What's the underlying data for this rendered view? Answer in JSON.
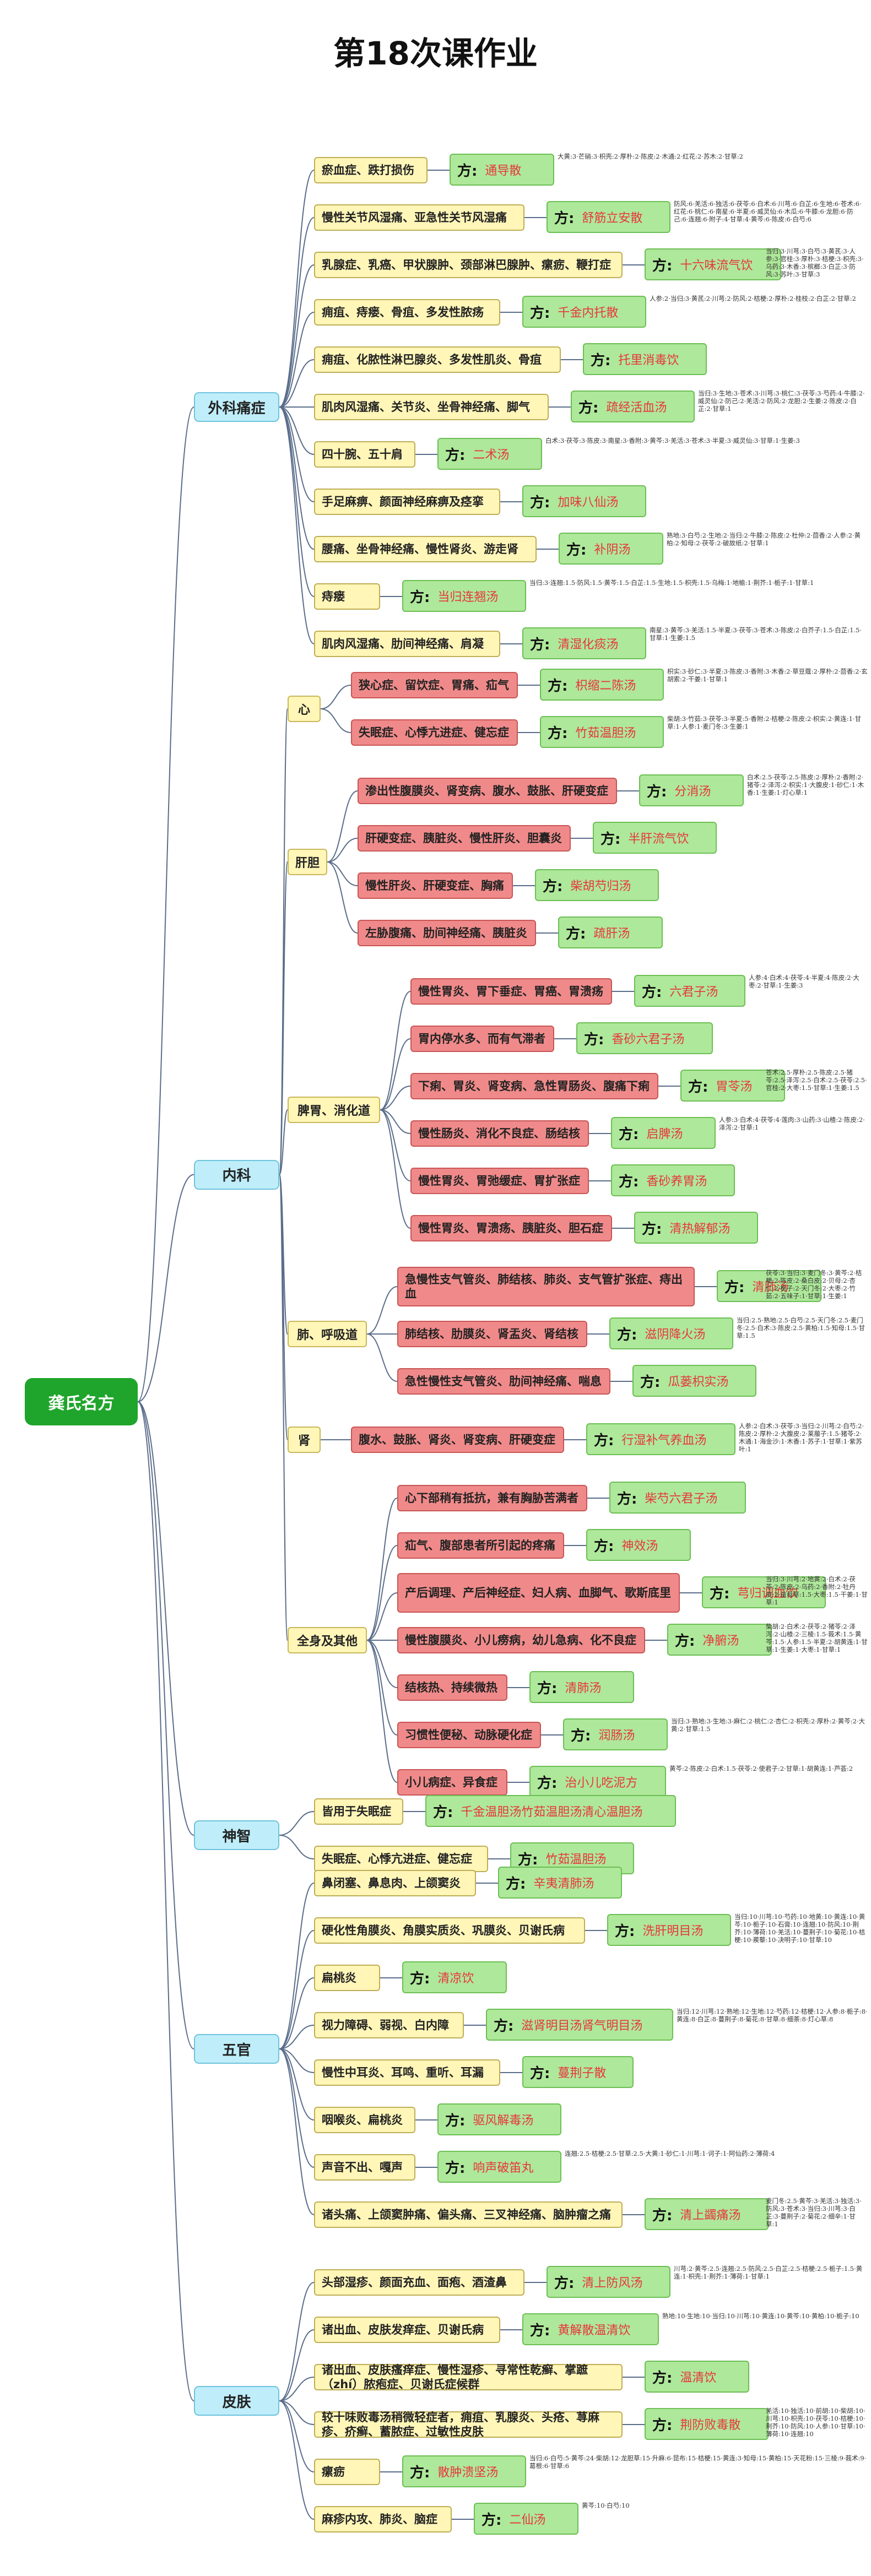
{
  "title": "第18次课作业",
  "root": "龚氏名方",
  "fang_label": "方:",
  "categories": [
    {
      "label": "外科痛症",
      "items": [
        {
          "condition": "瘀血症、跌打损伤",
          "color": "y",
          "rx": "通导散",
          "note": "大黄:3·芒硝:3·枳壳:2·厚朴:2·陈皮:2·木通:2·红花:2·苏木:2·甘草:2"
        },
        {
          "condition": "慢性关节风湿痛、亚急性关节风湿痛",
          "color": "y",
          "rx": "舒筋立安散",
          "note": "防风:6·羌活:6·独活:6·茯苓:6·白术:6·川芎:6·白芷:6·生地:6·苍术:6·红花:6·桃仁:6·南星:6·半夏:6·威灵仙:6·木瓜:6·牛膝:6·龙胆:6·防己:6·连翘:6·附子:4·甘草:4·黄芩:6·陈皮:6·白芍:6"
        },
        {
          "condition": "乳腺症、乳癌、甲状腺肿、颈部淋巴腺肿、瘰疬、鞭打症",
          "color": "y",
          "rx": "十六味流气饮",
          "note": "当归:3·川芎:3·白芍:3·黄芪:3·人参:3·官桂:3·厚朴:3·桔梗:3·枳壳:3·乌药:3·木香:3·槟榔:3·白芷:3·防风:3·苏叶:3·甘草:3"
        },
        {
          "condition": "痈疽、痔瘘、骨疽、多发性脓疡",
          "color": "y",
          "rx": "千金内托散",
          "note": "人参:2·当归:3·黄芪:2·川芎:2·防风:2·桔梗:2·厚朴:2·桂枝:2·白芷:2·甘草:2"
        },
        {
          "condition": "痈疽、化脓性淋巴腺炎、多发性肌炎、骨疽",
          "color": "y",
          "rx": "托里消毒饮",
          "note": ""
        },
        {
          "condition": "肌肉风湿痛、关节炎、坐骨神经痛、脚气",
          "color": "y",
          "rx": "疏经活血汤",
          "note": "当归:3·生地:3·苍术:3·川芎:3·桃仁:3·茯苓:3·芍药:4·牛膝:2·威灵仙:2·防己:2·羌活:2·防风:2·龙胆:2·生姜:2·陈皮:2·白芷:2·甘草:1"
        },
        {
          "condition": "四十腕、五十肩",
          "color": "y",
          "rx": "二术汤",
          "note": "白术:3·茯苓:3·陈皮:3·南星:3·香附:3·黄芩:3·羌活:3·苍术:3·半夏:3·威灵仙:3·甘草:1·生姜:3"
        },
        {
          "condition": "手足麻痹、颜面神经麻痹及痉挛",
          "color": "y",
          "rx": "加味八仙汤",
          "note": ""
        },
        {
          "condition": "腰痛、坐骨神经痛、慢性肾炎、游走肾",
          "color": "y",
          "rx": "补阴汤",
          "note": "熟地:3·白芍:2·生地:2·当归:2·牛膝:2·陈皮:2·杜仲:2·茴香:2·人参:2·黄柏:2·知母:2·茯苓:2·破故纸:2·甘草:1"
        },
        {
          "condition": "痔瘘",
          "color": "y",
          "rx": "当归连翘汤",
          "note": "当归:3·连翘:1.5·防风:1.5·黄芩:1.5·白芷:1.5·生地:1.5·枳壳:1.5·乌梅:1·地榆:1·荆芥:1·栀子:1·甘草:1"
        },
        {
          "condition": "肌肉风湿痛、肋间神经痛、肩凝",
          "color": "y",
          "rx": "清湿化痰汤",
          "note": "南星:3·黄芩:3·羌活:1.5·半夏:3·茯苓:3·苍术:3·陈皮:2·白芥子:1.5·白芷:1.5·甘草:1·生姜:1.5"
        }
      ]
    },
    {
      "label": "内科",
      "groups": [
        {
          "label": "心",
          "items": [
            {
              "condition": "狭心症、留饮症、胃痛、疝气",
              "color": "r",
              "rx": "枳缩二陈汤",
              "note": "枳实:3·砂仁:3·半夏:3·陈皮:3·香附:3·木香:2·草豆蔻:2·厚朴:2·茴香:2·玄胡索:2·干姜:1·甘草:1"
            },
            {
              "condition": "失眠症、心悸亢进症、健忘症",
              "color": "r",
              "rx": "竹茹温胆汤",
              "note": "柴胡:3·竹茹:3·茯苓:3·半夏:5·香附:2·桔梗:2·陈皮:2·枳实:2·黄连:1·甘草:1·人参:1·麦门冬:3·生姜:1"
            }
          ]
        },
        {
          "label": "肝胆",
          "items": [
            {
              "condition": "渗出性腹膜炎、肾变病、腹水、鼓胀、肝硬变症",
              "color": "r",
              "rx": "分消汤",
              "note": "白术:2.5·茯苓:2.5·陈皮:2·厚朴:2·香附:2·猪苓:2·泽泻:2·枳实:1·大腹皮:1·砂仁:1·木香:1·生姜:1·灯心草:1"
            },
            {
              "condition": "肝硬变症、胰脏炎、慢性肝炎、胆囊炎",
              "color": "r",
              "rx": "半肝流气饮",
              "note": ""
            },
            {
              "condition": "慢性肝炎、肝硬变症、胸痛",
              "color": "r",
              "rx": "柴胡芍归汤",
              "note": ""
            },
            {
              "condition": "左胁腹痛、肋间神经痛、胰脏炎",
              "color": "r",
              "rx": "疏肝汤",
              "note": ""
            }
          ]
        },
        {
          "label": "脾胃、消化道",
          "items": [
            {
              "condition": "慢性胃炎、胃下垂症、胃癌、胃溃疡",
              "color": "r",
              "rx": "六君子汤",
              "note": "人参:4·白术:4·茯苓:4·半夏:4·陈皮:2·大枣:2·甘草:1·生姜:3"
            },
            {
              "condition": "胃内停水多、而有气滞者",
              "color": "r",
              "rx": "香砂六君子汤",
              "note": ""
            },
            {
              "condition": "下痢、胃炎、肾变病、急性胃肠炎、腹痛下痢",
              "color": "r",
              "rx": "胃苓汤",
              "note": "苍术:2.5·厚朴:2.5·陈皮:2.5·猪苓:2.5·泽泻:2.5·白术:2.5·茯苓:2.5·官桂:2·大枣:1.5·甘草:1·生姜:1.5"
            },
            {
              "condition": "慢性肠炎、消化不良症、肠结核",
              "color": "r",
              "rx": "启脾汤",
              "note": "人参:3·白术:4·茯苓:4·莲肉:3·山药:3·山楂:2·陈皮:2·泽泻:2·甘草:1"
            },
            {
              "condition": "慢性胃炎、胃弛缓症、胃扩张症",
              "color": "r",
              "rx": "香砂养胃汤",
              "note": ""
            },
            {
              "condition": "慢性胃炎、胃溃疡、胰脏炎、胆石症",
              "color": "r",
              "rx": "清热解郁汤",
              "note": ""
            }
          ]
        },
        {
          "label": "肺、呼吸道",
          "items": [
            {
              "condition": "急慢性支气管炎、肺结核、肺炎、支气管扩张症、痔出血",
              "color": "r",
              "rx": "清肺汤",
              "note": "茯苓:3·当归:3·麦门冬:3·黄芩:2·桔梗:2·陈皮:2·桑白皮:2·贝母:2·杏仁:2·栀子:2·天门冬:2·大枣:2·竹茹:2·五味子:1·甘草:1·生姜:1"
            },
            {
              "condition": "肺结核、肋膜炎、肾盂炎、肾结核",
              "color": "r",
              "rx": "滋阴降火汤",
              "note": "当归:2.5·熟地:2.5·白芍:2.5·天门冬:2.5·麦门冬:2.5·白术:3·陈皮:2.5·黄柏:1.5·知母:1.5·甘草:1.5"
            },
            {
              "condition": "急性慢性支气管炎、肋间神经痛、喘息",
              "color": "r",
              "rx": "瓜蒌枳实汤",
              "note": ""
            }
          ]
        },
        {
          "label": "肾",
          "items": [
            {
              "condition": "腹水、鼓胀、肾炎、肾变病、肝硬变症",
              "color": "r",
              "rx": "行湿补气养血汤",
              "note": "人参:2·白术:3·茯苓:3·当归:2·川芎:2·白芍:2·陈皮:2·厚朴:2·大腹皮:2·莱菔子:1.5·猪苓:2·木通:1·海金沙:1·木香:1·苏子:1·甘草:1·紫苏叶:1"
            }
          ]
        },
        {
          "label": "全身及其他",
          "items": [
            {
              "condition": "心下部稍有抵抗，兼有胸胁苦满者",
              "color": "r",
              "rx": "柴芍六君子汤",
              "note": ""
            },
            {
              "condition": "疝气、腹部患者所引起的疼痛",
              "color": "r",
              "rx": "神效汤",
              "note": ""
            },
            {
              "condition": "产后调理、产后神经症、妇人病、血脚气、歌斯底里",
              "color": "r",
              "rx": "芎归调血饮",
              "note": "当归:3·川芎:2·地黄:2·白术:2·茯苓:2·陈皮:2·乌药:2·香附:2·牡丹皮:2·益母草:1.5·大枣:1.5·干姜:1·甘草:1"
            },
            {
              "condition": "慢性腹膜炎、小儿痨病，幼儿急病、化不良症",
              "color": "r",
              "rx": "净腑汤",
              "note": "柴胡:2·白术:2·茯苓:2·猪苓:2·泽泻:2·山楂:2·三棱:1.5·莪术:1.5·黄芩:1.5·人参:1.5·半夏:2·胡黄连:1·甘草:1·生姜:1·大枣:1·甘草:1"
            },
            {
              "condition": "结核热、持续微热",
              "color": "r",
              "rx": "清肺汤",
              "note": ""
            },
            {
              "condition": "习惯性便秘、动脉硬化症",
              "color": "r",
              "rx": "润肠汤",
              "note": "当归:3·熟地:3·生地:3·麻仁:2·桃仁:2·杏仁:2·枳壳:2·厚朴:2·黄芩:2·大黄:2·甘草:1.5"
            },
            {
              "condition": "小儿病症、异食症",
              "color": "r",
              "rx": "治小儿吃泥方",
              "note": "黄芩:2·陈皮:2·白术:1.5·茯苓:2·使君子:2·甘草:1·胡黄连:1·芦荟:2"
            }
          ]
        }
      ]
    },
    {
      "label": "神智",
      "items": [
        {
          "condition": "皆用于失眠症",
          "color": "y",
          "rx": "千金温胆汤竹茹温胆汤清心温胆汤",
          "note": ""
        },
        {
          "condition": "失眠症、心悸亢进症、健忘症",
          "color": "y",
          "rx": "竹茹温胆汤",
          "note": ""
        }
      ]
    },
    {
      "label": "五官",
      "items": [
        {
          "condition": "鼻闭塞、鼻息肉、上颌窦炎",
          "color": "y",
          "rx": "辛夷清肺汤",
          "note": ""
        },
        {
          "condition": "硬化性角膜炎、角膜实质炎、巩膜炎、贝谢氏病",
          "color": "y",
          "rx": "洗肝明目汤",
          "note": "当归:10·川芎:10·芍药:10·地黄:10·黄连:10·黄芩:10·栀子:10·石膏:10·连翘:10·防风:10·荆芥:10·薄荷:10·羌活:10·蔓荆子:10·菊花:10·桔梗:10·蒺藜:10·决明子:10·甘草:10"
        },
        {
          "condition": "扁桃炎",
          "color": "y",
          "rx": "清凉饮",
          "note": ""
        },
        {
          "condition": "视力障碍、弱视、白内障",
          "color": "y",
          "rx": "滋肾明目汤肾气明目汤",
          "note": "当归:12·川芎:12·熟地:12·生地:12·芍药:12·桔梗:12·人参:8·栀子:8·黄连:8·白芷:8·蔓荆子:8·菊花:8·甘草:8·细茶:8·灯心草:8"
        },
        {
          "condition": "慢性中耳炎、耳鸣、重听、耳漏",
          "color": "y",
          "rx": "蔓荆子散",
          "note": ""
        },
        {
          "condition": "咽喉炎、扁桃炎",
          "color": "y",
          "rx": "驱风解毒汤",
          "note": ""
        },
        {
          "condition": "声音不出、嘎声",
          "color": "y",
          "rx": "响声破笛丸",
          "note": "连翘:2.5·桔梗:2.5·甘草:2.5·大黄:1·砂仁:1·川芎:1·诃子:1·阿仙药:2·薄荷:4"
        },
        {
          "condition": "诸头痛、上颌窦肿痛、偏头痛、三叉神经痛、脑肿瘤之痛",
          "color": "y",
          "rx": "清上蠲痛汤",
          "note": "麦门冬:2.5·黄芩:3·羌活:3·独活:3·防风:3·苍术:3·当归:3·川芎:3·白芷:3·蔓荆子:2·菊花:2·细辛:1·甘草:1"
        }
      ]
    },
    {
      "label": "皮肤",
      "items": [
        {
          "condition": "头部湿疹、颜面充血、面疱、酒渣鼻",
          "color": "y",
          "rx": "清上防风汤",
          "note": "川芎:2·黄芩:2.5·连翘:2.5·防风:2.5·白芷:2.5·桔梗:2.5·栀子:1.5·黄连:1·枳壳:1·荆芥:1·薄荷:1·甘草:1"
        },
        {
          "condition": "诸出血、皮肤发痒症、贝谢氏病",
          "color": "y",
          "rx": "黄解散温清饮",
          "note": "熟地:10·生地:10·当归:10·川芎:10·黄连:10·黄芩:10·黄柏:10·栀子:10"
        },
        {
          "condition": "诸出血、皮肤瘙痒症、慢性湿疹、寻常性乾癣、掌蹠（zhí）脓疱症、贝谢氏症候群",
          "color": "y",
          "rx": "温清饮",
          "note": ""
        },
        {
          "condition": "较十味败毒汤稍微轻症者，痈疽、乳腺炎、头疮、荨麻疹、疥癣、蓄脓症、过敏性皮肤",
          "color": "y",
          "rx": "荆防败毒散",
          "note": "羌活:10·独活:10·前胡:10·柴胡:10·川芎:10·枳壳:10·茯苓:10·桔梗:10·荆芥:10·防风:10·人参:10·甘草:10·薄荷:10·连翘:10"
        },
        {
          "condition": "瘰疬",
          "color": "y",
          "rx": "散肿溃坚汤",
          "note": "当归:6·白芍:5·黄芩:24·柴胡:12·龙胆草:15·升麻:6·昆布:15·桔梗:15·黄连:3·知母:15·黄柏:15·天花粉:15·三棱:9·莪术:9·葛根:6·甘草:6"
        },
        {
          "condition": "麻疹内攻、肺炎、脑症",
          "color": "y",
          "rx": "二仙汤",
          "note": "黄芩:10·白芍:10"
        }
      ]
    }
  ]
}
